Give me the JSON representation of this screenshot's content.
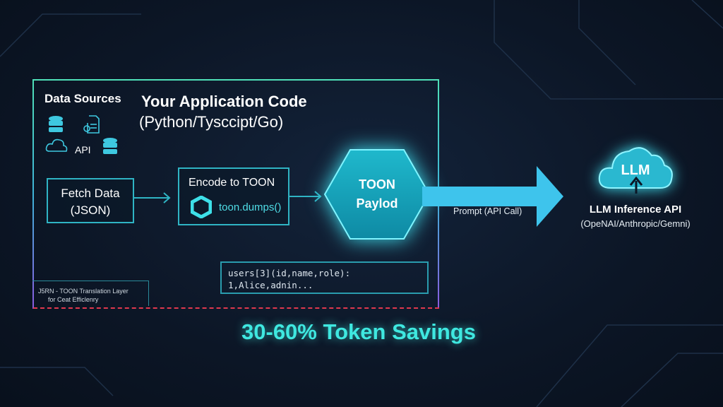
{
  "app_box": {
    "data_sources_label": "Data Sources",
    "api_label": "API",
    "title": "Your Application Code",
    "subtitle": "(Python/Tysccipt/Go)",
    "fetch": {
      "line1": "Fetch Data",
      "line2": "(JSON)"
    },
    "encode": {
      "title": "Encode to TOON",
      "function": "toon.dumps()"
    },
    "payload": {
      "line1": "TOON",
      "line2": "Paylod"
    },
    "code_sample": {
      "line1": "users[3](id,name,role):",
      "line2": "1,Alice,adnin..."
    },
    "footnote": {
      "line1": "J5RN - TOON Translation Layer",
      "line2": "for Ceat Efficlenry"
    }
  },
  "arrow_label": "Prompt (API Call)",
  "llm": {
    "cloud_label": "LLM",
    "title": "LLM Inference API",
    "subtitle": "(OpeNAI/Anthropic/Gemni)"
  },
  "headline": "30-60% Token Savings",
  "colors": {
    "accent": "#3fe8e0",
    "arrow": "#3ec4ec",
    "dashed_border": "#e0384e",
    "background": "#0c1626"
  }
}
